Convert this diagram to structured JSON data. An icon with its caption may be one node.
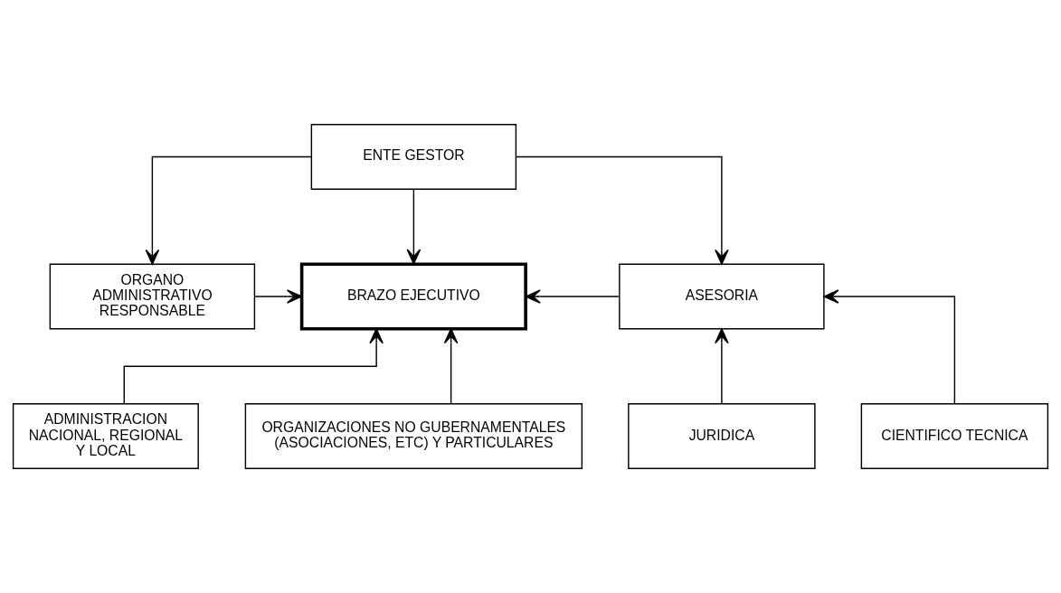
{
  "diagram": {
    "nodes": [
      {
        "text": [
          "ENTE GESTOR"
        ]
      },
      {
        "text": [
          "ORGANO ADMINISTRATIVO RESPONSABLE"
        ]
      },
      {
        "text": [
          "BRAZO EJECUTIVO"
        ]
      },
      {
        "text": [
          "ASESORIA"
        ]
      },
      {
        "text": [
          "ADMINISTRACION NACIONAL, REGIONAL Y LOCAL"
        ]
      },
      {
        "text": [
          "ORGANIZACIONES NO GUBERNAMENTALES (ASOCIACIONES, ETC) Y PARTICULARES"
        ]
      },
      {
        "text": [
          "JURIDICA"
        ]
      },
      {
        "text": [
          "CIENTIFICO TECNICA"
        ]
      }
    ],
    "edges": [
      {
        "from": 0,
        "to": 1,
        "arrow": "to"
      },
      {
        "from": 0,
        "to": 2,
        "arrow": "to"
      },
      {
        "from": 0,
        "to": 3,
        "arrow": "to"
      },
      {
        "from": 1,
        "to": 2,
        "arrow": "to"
      },
      {
        "from": 3,
        "to": 2,
        "arrow": "to"
      },
      {
        "from": 4,
        "to": 2,
        "arrow": "to"
      },
      {
        "from": 5,
        "to": 2,
        "arrow": "to"
      },
      {
        "from": 6,
        "to": 3,
        "arrow": "to"
      },
      {
        "from": 7,
        "to": 3,
        "arrow": "to"
      }
    ]
  }
}
